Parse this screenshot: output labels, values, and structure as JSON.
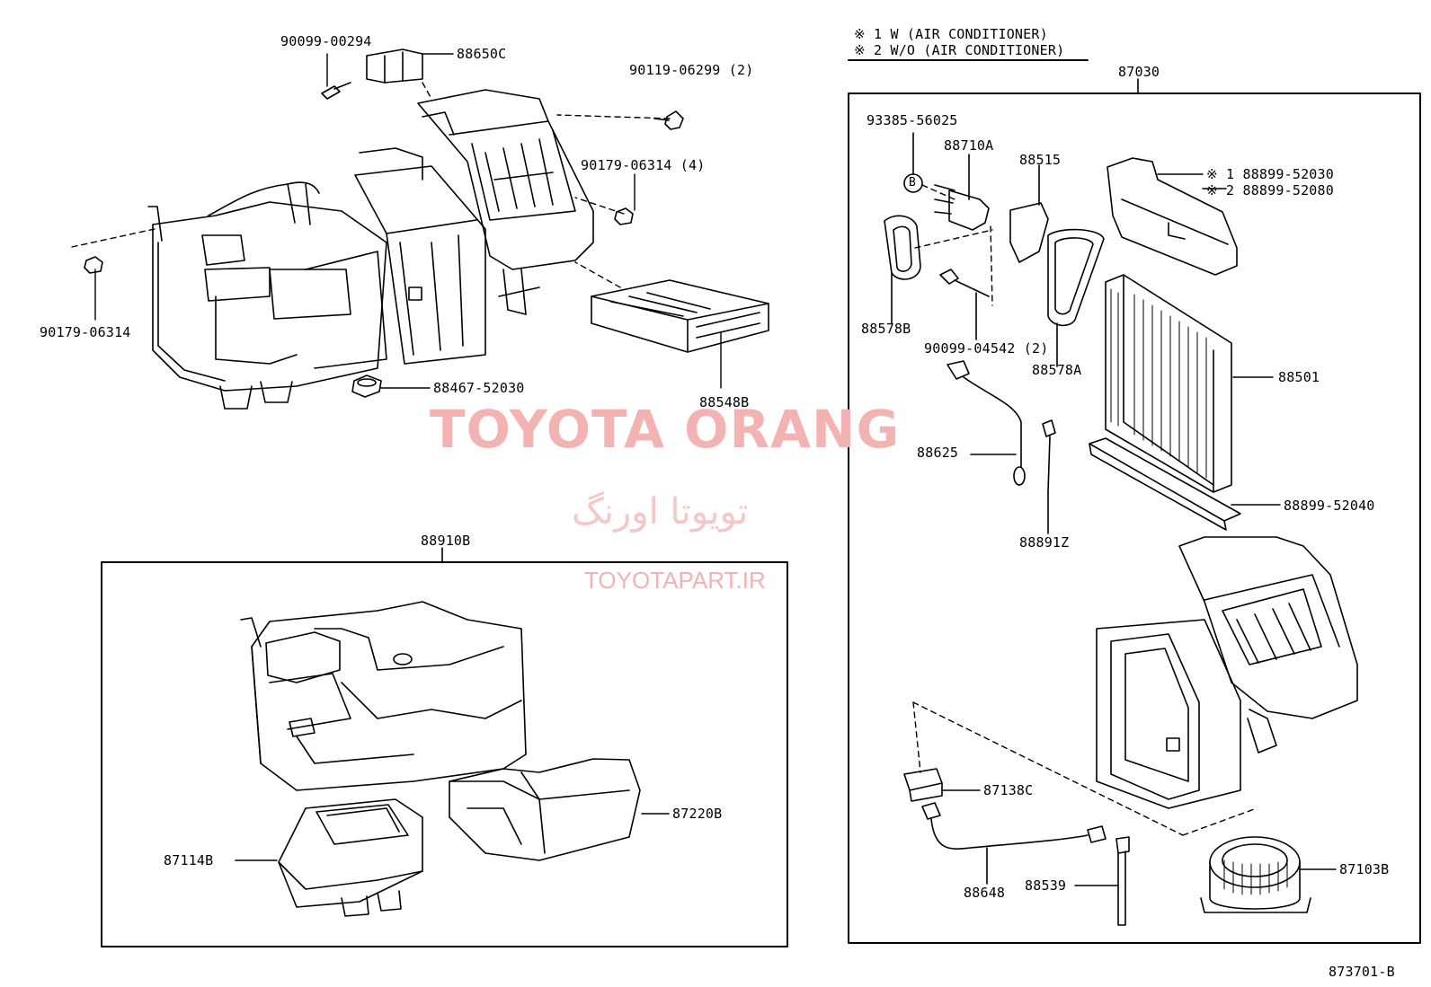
{
  "legend": {
    "note1": "※ 1 W (AIR CONDITIONER)",
    "note2": "※ 2 W/O (AIR CONDITIONER)"
  },
  "groups": {
    "assembly_box_right": "87030",
    "assembly_box_left": "88910B"
  },
  "parts": {
    "p90099_00294": "90099-00294",
    "p88650C": "88650C",
    "p90119_06299": "90119-06299 (2)",
    "p90179_06314_4": "90179-06314 (4)",
    "p90179_06314": "90179-06314",
    "p88467_52030": "88467-52030",
    "p88548B": "88548B",
    "p93385_56025": "93385-56025",
    "p88710A": "88710A",
    "p88515": "88515",
    "p88899_52030": "※ 1 88899-52030",
    "p88899_52080": "※ 2 88899-52080",
    "p88578B": "88578B",
    "p90099_04542": "90099-04542 (2)",
    "p88578A": "88578A",
    "p88501": "88501",
    "p88625": "88625",
    "p88891Z": "88891Z",
    "p88899_52040": "88899-52040",
    "p87138C": "87138C",
    "p88648": "88648",
    "p88539": "88539",
    "p87103B": "87103B",
    "p87220B": "87220B",
    "p87114B": "87114B",
    "callout_b": "B"
  },
  "diagram_code": "873701-B",
  "watermark": {
    "title": "TOYOTA ORANG",
    "persian": "تویوتا اورنگ",
    "url": "TOYOTAPART.IR"
  }
}
